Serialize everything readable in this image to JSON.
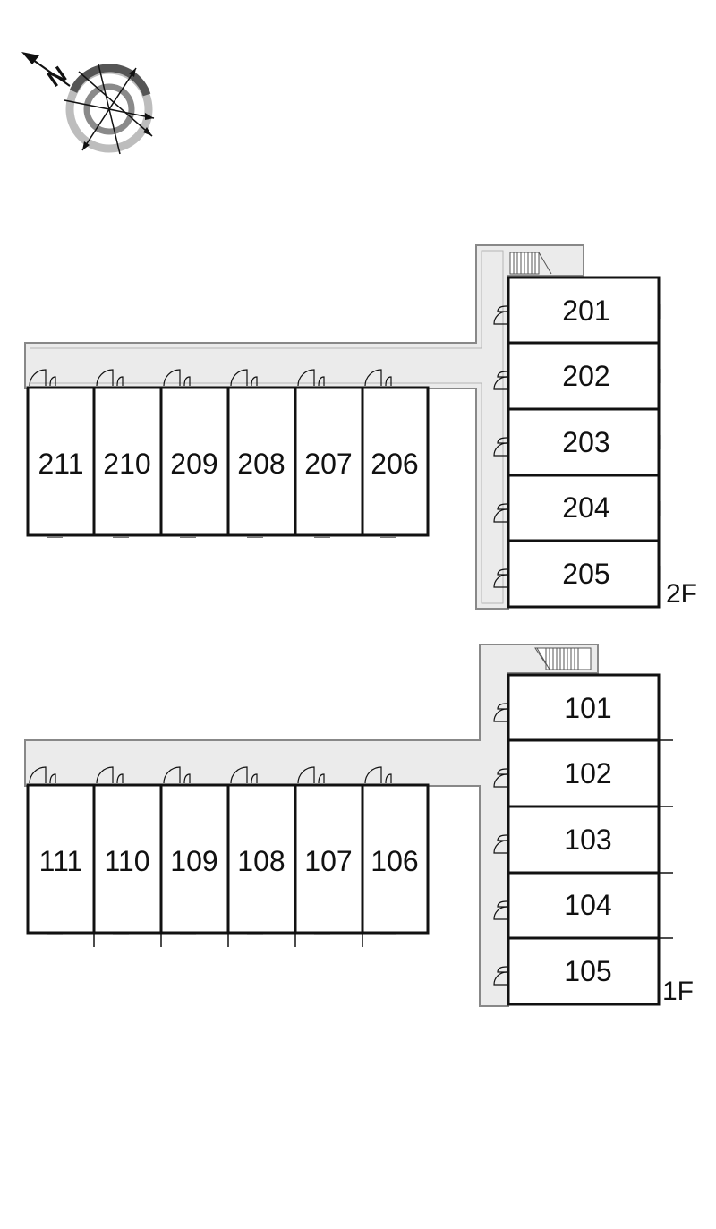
{
  "compass": {
    "label": "N",
    "icon": "north-compass-icon"
  },
  "colors": {
    "corridor": "#ebebeb",
    "wall": "#111111",
    "corridor_edge": "#888888"
  },
  "floors": [
    {
      "label": "2F",
      "side_units": [
        "201",
        "202",
        "203",
        "204",
        "205"
      ],
      "row_units": [
        "211",
        "210",
        "209",
        "208",
        "207",
        "206"
      ]
    },
    {
      "label": "1F",
      "side_units": [
        "101",
        "102",
        "103",
        "104",
        "105"
      ],
      "row_units": [
        "111",
        "110",
        "109",
        "108",
        "107",
        "106"
      ]
    }
  ]
}
